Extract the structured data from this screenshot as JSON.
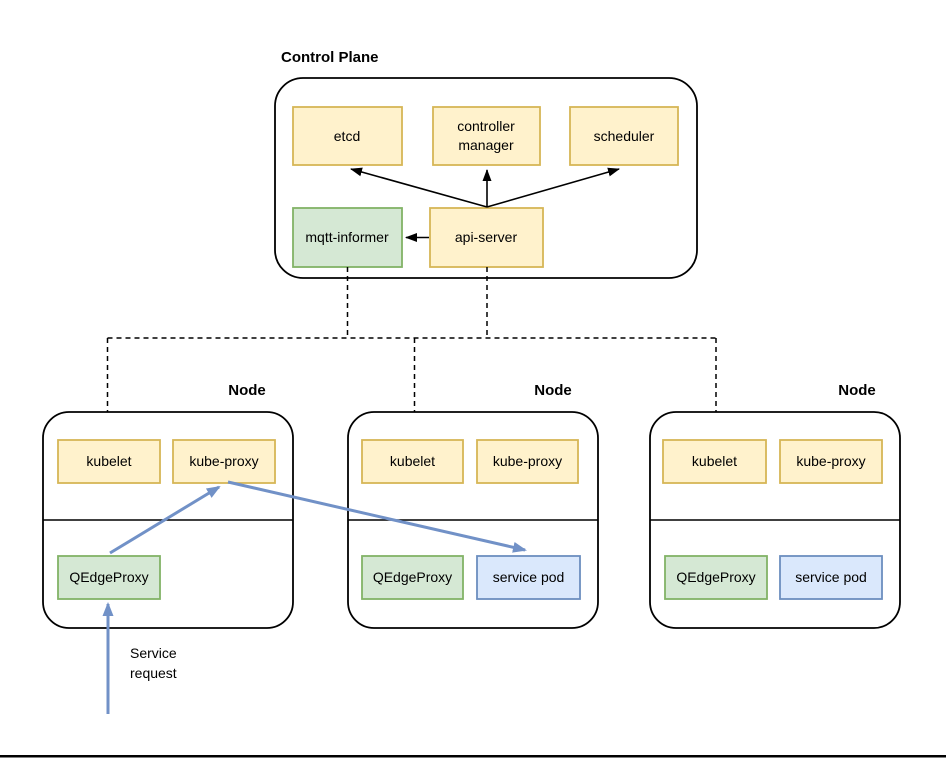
{
  "diagram": {
    "control_plane": {
      "title": "Control Plane",
      "etcd_label": "etcd",
      "controller_manager_line1": "controller",
      "controller_manager_line2": "manager",
      "scheduler_label": "scheduler",
      "mqtt_informer_label": "mqtt-informer",
      "api_server_label": "api-server"
    },
    "nodes": [
      {
        "label": "Node",
        "kubelet": "kubelet",
        "kube_proxy": "kube-proxy",
        "qedge_proxy": "QEdgeProxy"
      },
      {
        "label": "Node",
        "kubelet": "kubelet",
        "kube_proxy": "kube-proxy",
        "qedge_proxy": "QEdgeProxy",
        "service_pod": "service pod"
      },
      {
        "label": "Node",
        "kubelet": "kubelet",
        "kube_proxy": "kube-proxy",
        "qedge_proxy": "QEdgeProxy",
        "service_pod": "service pod"
      }
    ],
    "annotation": {
      "line1": "Service",
      "line2": "request"
    },
    "colors": {
      "component_fill": "#FFF2CC",
      "component_stroke": "#D6B656",
      "proxy_fill": "#D5E8D4",
      "proxy_stroke": "#82B366",
      "pod_fill": "#DAE8FC",
      "pod_stroke": "#6C8EBF",
      "request_arrow": "#7191C7",
      "line": "#000000"
    }
  }
}
